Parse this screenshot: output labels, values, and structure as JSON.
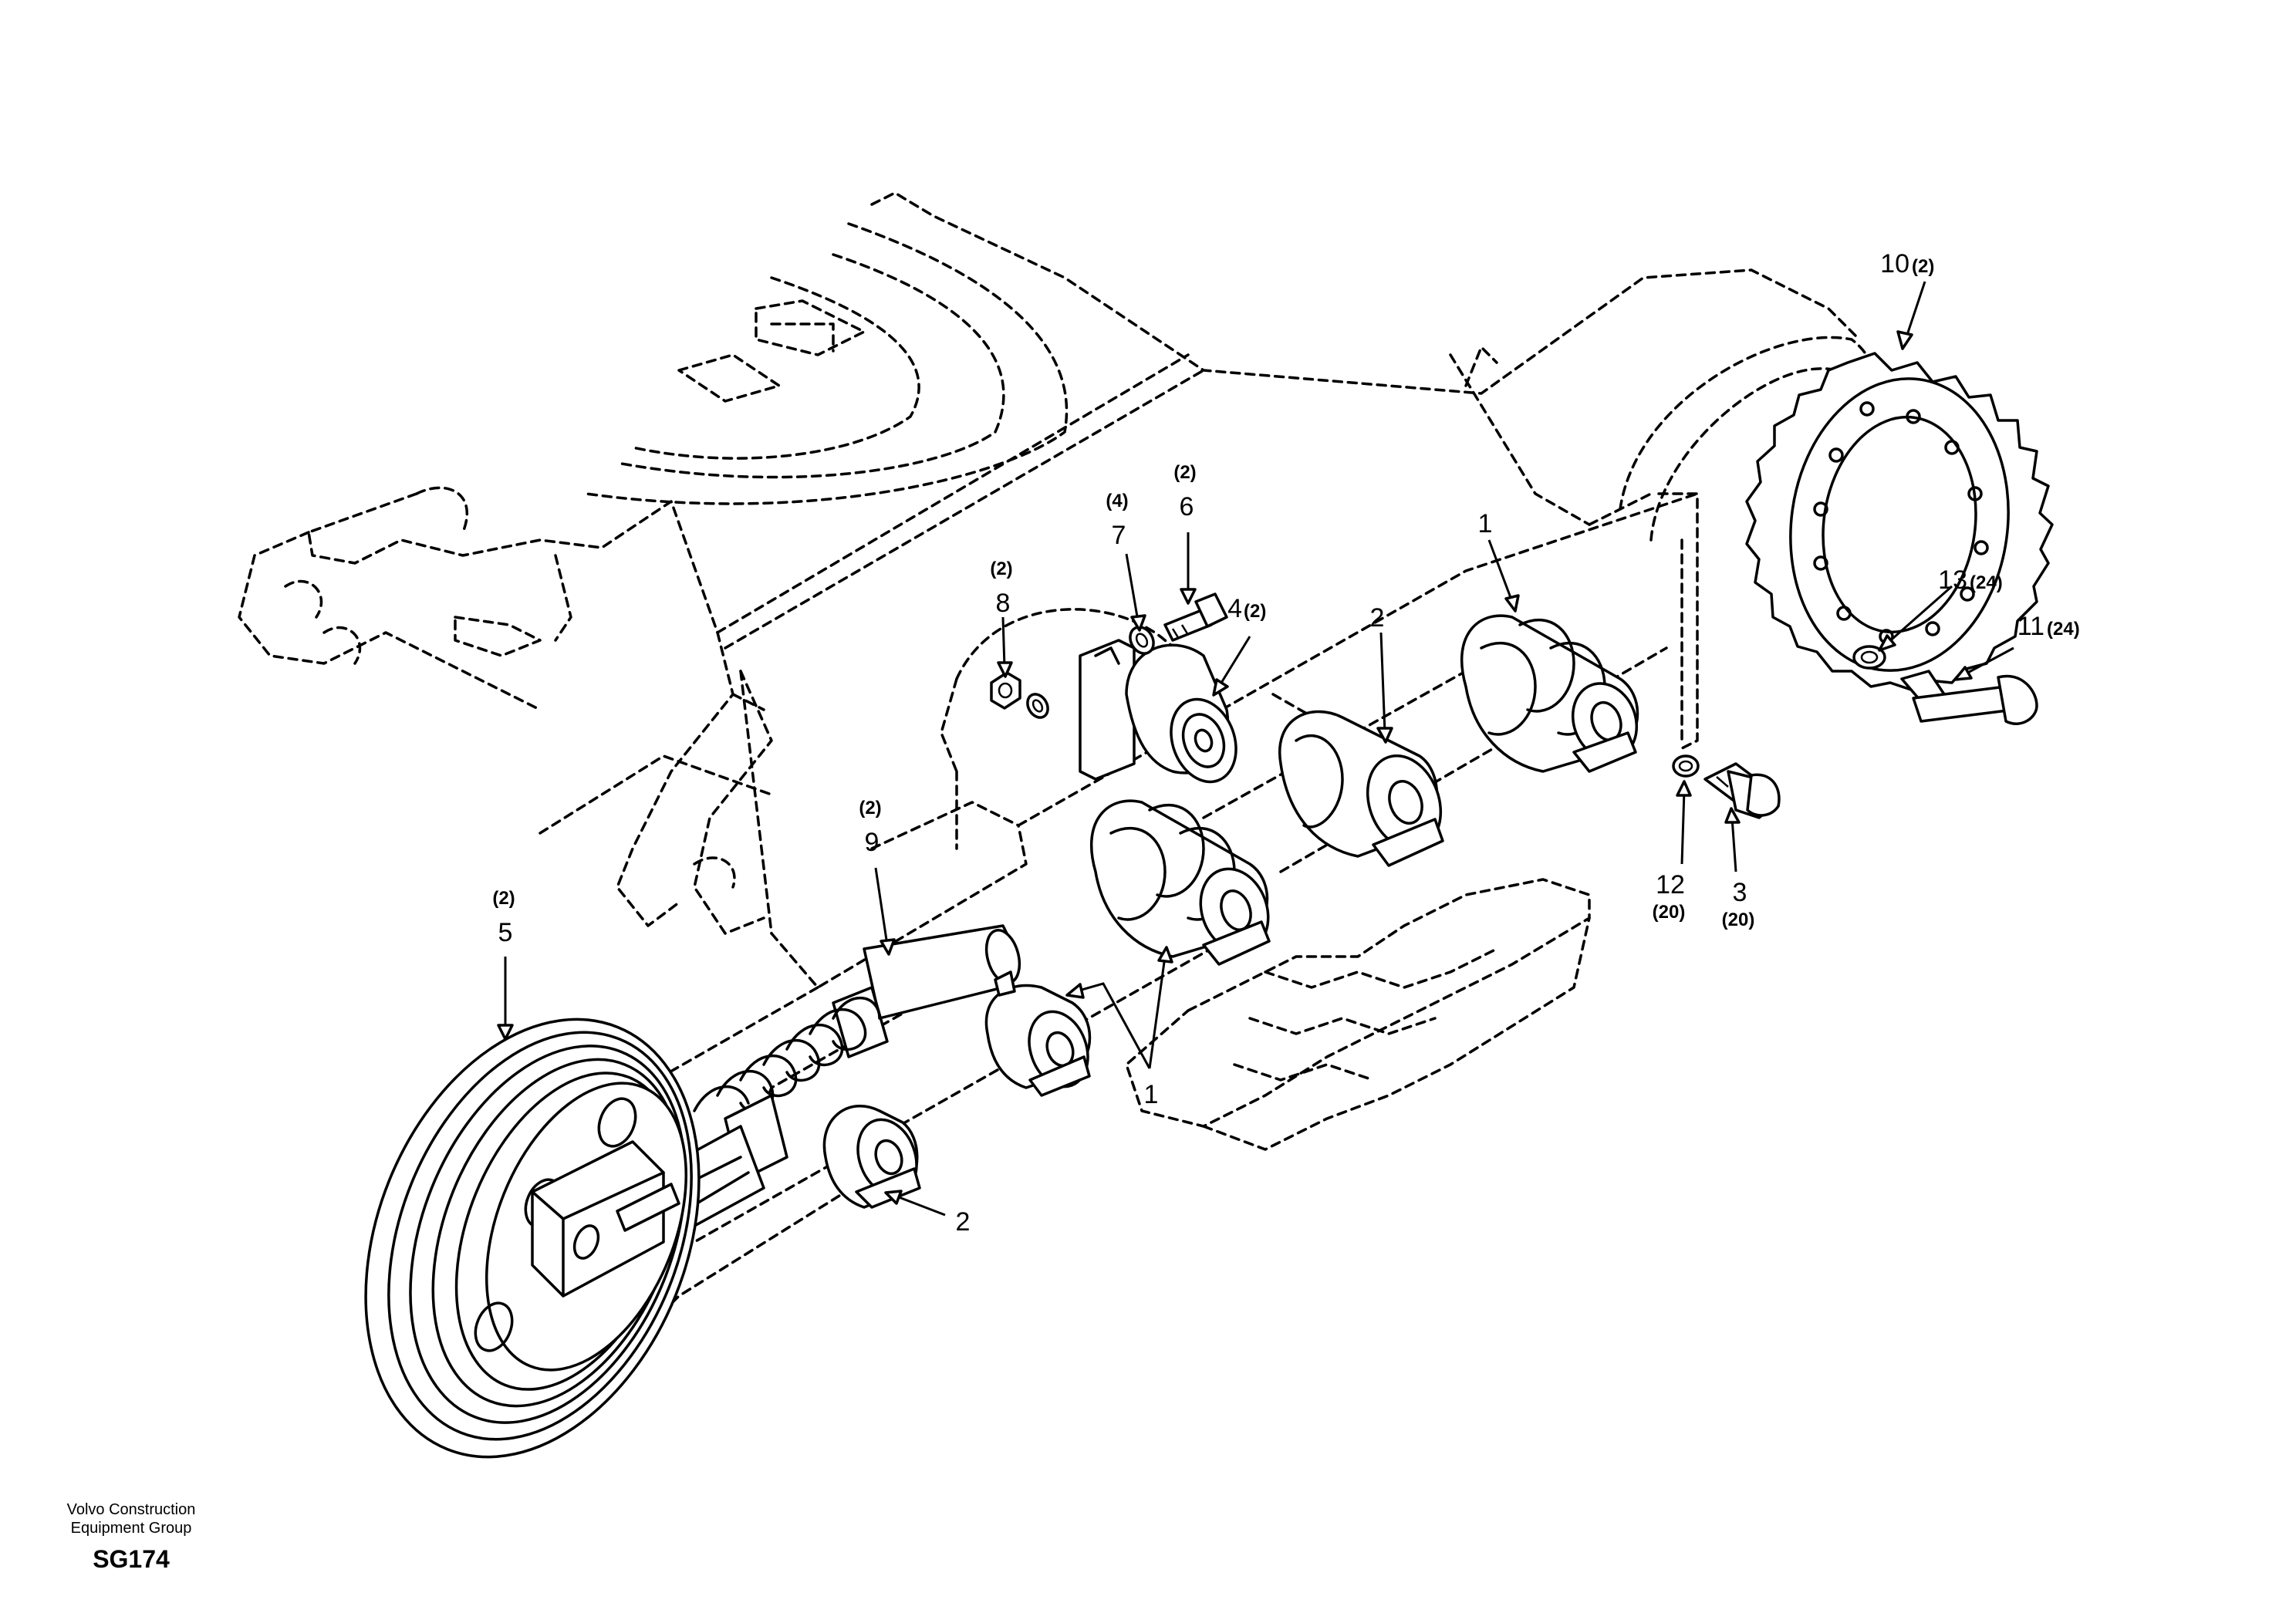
{
  "callouts": [
    {
      "id": "c10",
      "number": "10",
      "qty": "(2)"
    },
    {
      "id": "c13",
      "number": "13",
      "qty": "(24)"
    },
    {
      "id": "c11",
      "number": "11",
      "qty": "(24)"
    },
    {
      "id": "c1a",
      "number": "1",
      "qty": ""
    },
    {
      "id": "c2a",
      "number": "2",
      "qty": ""
    },
    {
      "id": "c4",
      "number": "4",
      "qty": "(2)"
    },
    {
      "id": "c7",
      "number": "7",
      "qty": "(4)"
    },
    {
      "id": "c6",
      "number": "6",
      "qty": "(2)"
    },
    {
      "id": "c8",
      "number": "8",
      "qty": "(2)"
    },
    {
      "id": "c9",
      "number": "9",
      "qty": "(2)"
    },
    {
      "id": "c5",
      "number": "5",
      "qty": "(2)"
    },
    {
      "id": "c1b",
      "number": "1",
      "qty": ""
    },
    {
      "id": "c2b",
      "number": "2",
      "qty": ""
    },
    {
      "id": "c12",
      "number": "12",
      "qty": "(20)"
    },
    {
      "id": "c3",
      "number": "3",
      "qty": "(20)"
    }
  ],
  "footer": {
    "company_line1": "Volvo Construction",
    "company_line2": "Equipment Group",
    "code": "SG174"
  }
}
